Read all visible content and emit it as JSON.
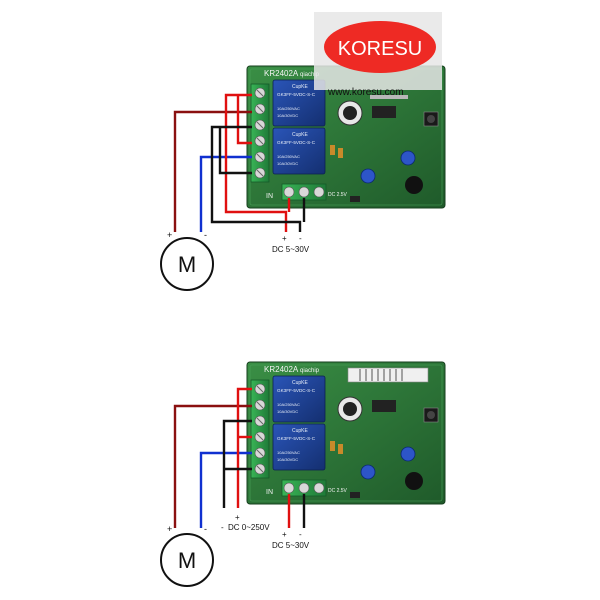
{
  "logo": {
    "brand": "KORESU",
    "website": "www.koresu.com"
  },
  "diagram_top": {
    "board_model": "KR2402A",
    "board_maker": "qiachip",
    "relay_brand": "CupKE",
    "relay_model": "GK3FF-5VDC-S-C",
    "relay_rating_1": "10A/250VAC",
    "relay_rating_2": "10A/30VDC",
    "input_label": "IN",
    "dc_mark": "DC 2.5V",
    "motor_symbol": "M",
    "plus_sign": "+",
    "minus_sign": "-",
    "power_label": "DC 5~30V"
  },
  "diagram_bottom": {
    "board_model": "KR2402A",
    "board_maker": "qiachip",
    "relay_brand": "CupKE",
    "relay_model": "GK3FF-5VDC-S-C",
    "relay_rating_1": "10A/250VAC",
    "relay_rating_2": "10A/30VDC",
    "input_label": "IN",
    "dc_mark": "DC 2.5V",
    "motor_symbol": "M",
    "plus_sign": "+",
    "minus_sign": "-",
    "load_power_label": "DC 0~250V",
    "power_label": "DC 5~30V"
  },
  "colors": {
    "pcb": "#2f7d3b",
    "pcb_dark": "#1f5a2a",
    "relay": "#1d3f8f",
    "terminal": "#2e9b4a",
    "wire_red": "#e01010",
    "wire_dark_red": "#8a1010",
    "wire_blue": "#1030d0",
    "wire_black": "#111111",
    "logo_oval": "#ee2a24"
  }
}
